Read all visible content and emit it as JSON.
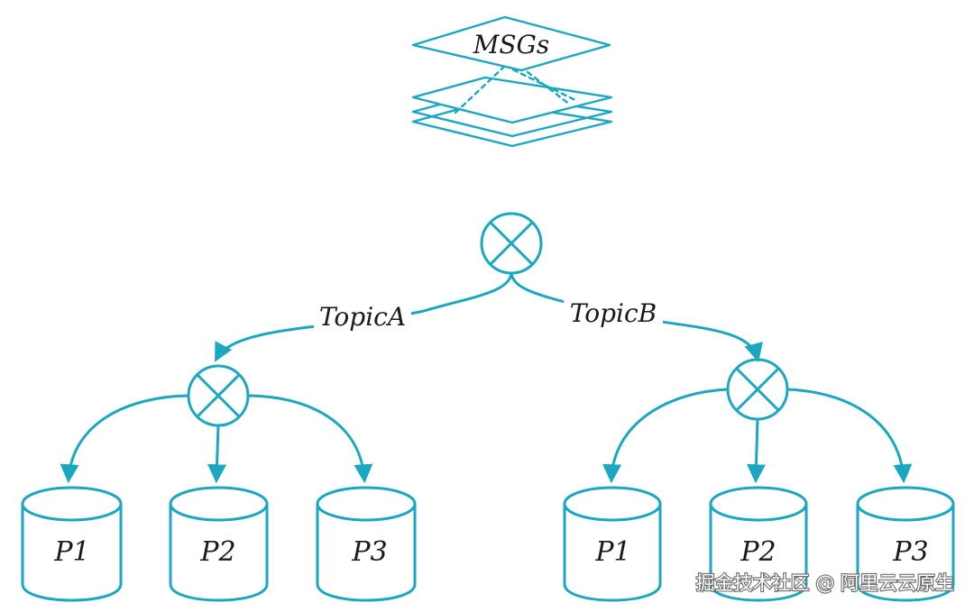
{
  "colors": {
    "accent": "#1ba7c0",
    "text": "#1a1a1a",
    "watermark": "#ffffff"
  },
  "messages": {
    "label": "MSGs"
  },
  "root_exchange": {
    "icon": "exchange-icon"
  },
  "topics": [
    {
      "label": "TopicA",
      "partitions": [
        "P1",
        "P2",
        "P3"
      ]
    },
    {
      "label": "TopicB",
      "partitions": [
        "P1",
        "P2",
        "P3"
      ]
    }
  ],
  "watermark": "掘金技术社区 @ 阿里云云原生"
}
